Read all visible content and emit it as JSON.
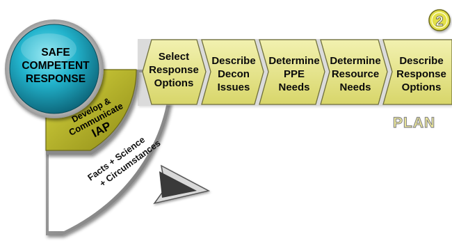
{
  "circle": {
    "lines": [
      "SAFE",
      "COMPETENT",
      "RESPONSE"
    ]
  },
  "iap": {
    "lines": [
      "Develop &",
      "Communicate",
      "IAP"
    ]
  },
  "facts": {
    "lines": [
      "Facts + Science",
      "+ Circumstances"
    ]
  },
  "chevrons": [
    {
      "lines": [
        "Select",
        "Response",
        "Options"
      ]
    },
    {
      "lines": [
        "Describe",
        "Decon",
        "Issues"
      ]
    },
    {
      "lines": [
        "Determine",
        "PPE",
        "Needs"
      ]
    },
    {
      "lines": [
        "Determine",
        "Resource",
        "Needs"
      ]
    },
    {
      "lines": [
        "Describe",
        "Response",
        "Options"
      ]
    }
  ],
  "section_label": "PLAN",
  "badge_number": "2",
  "colors": {
    "chevron_fill": "#e7e58a",
    "chevron_stroke": "#6e6e3a",
    "circle_teal": "#1fa6bf",
    "iap_olive": "#b9b72c",
    "plan_text": "#f4ef9a"
  }
}
